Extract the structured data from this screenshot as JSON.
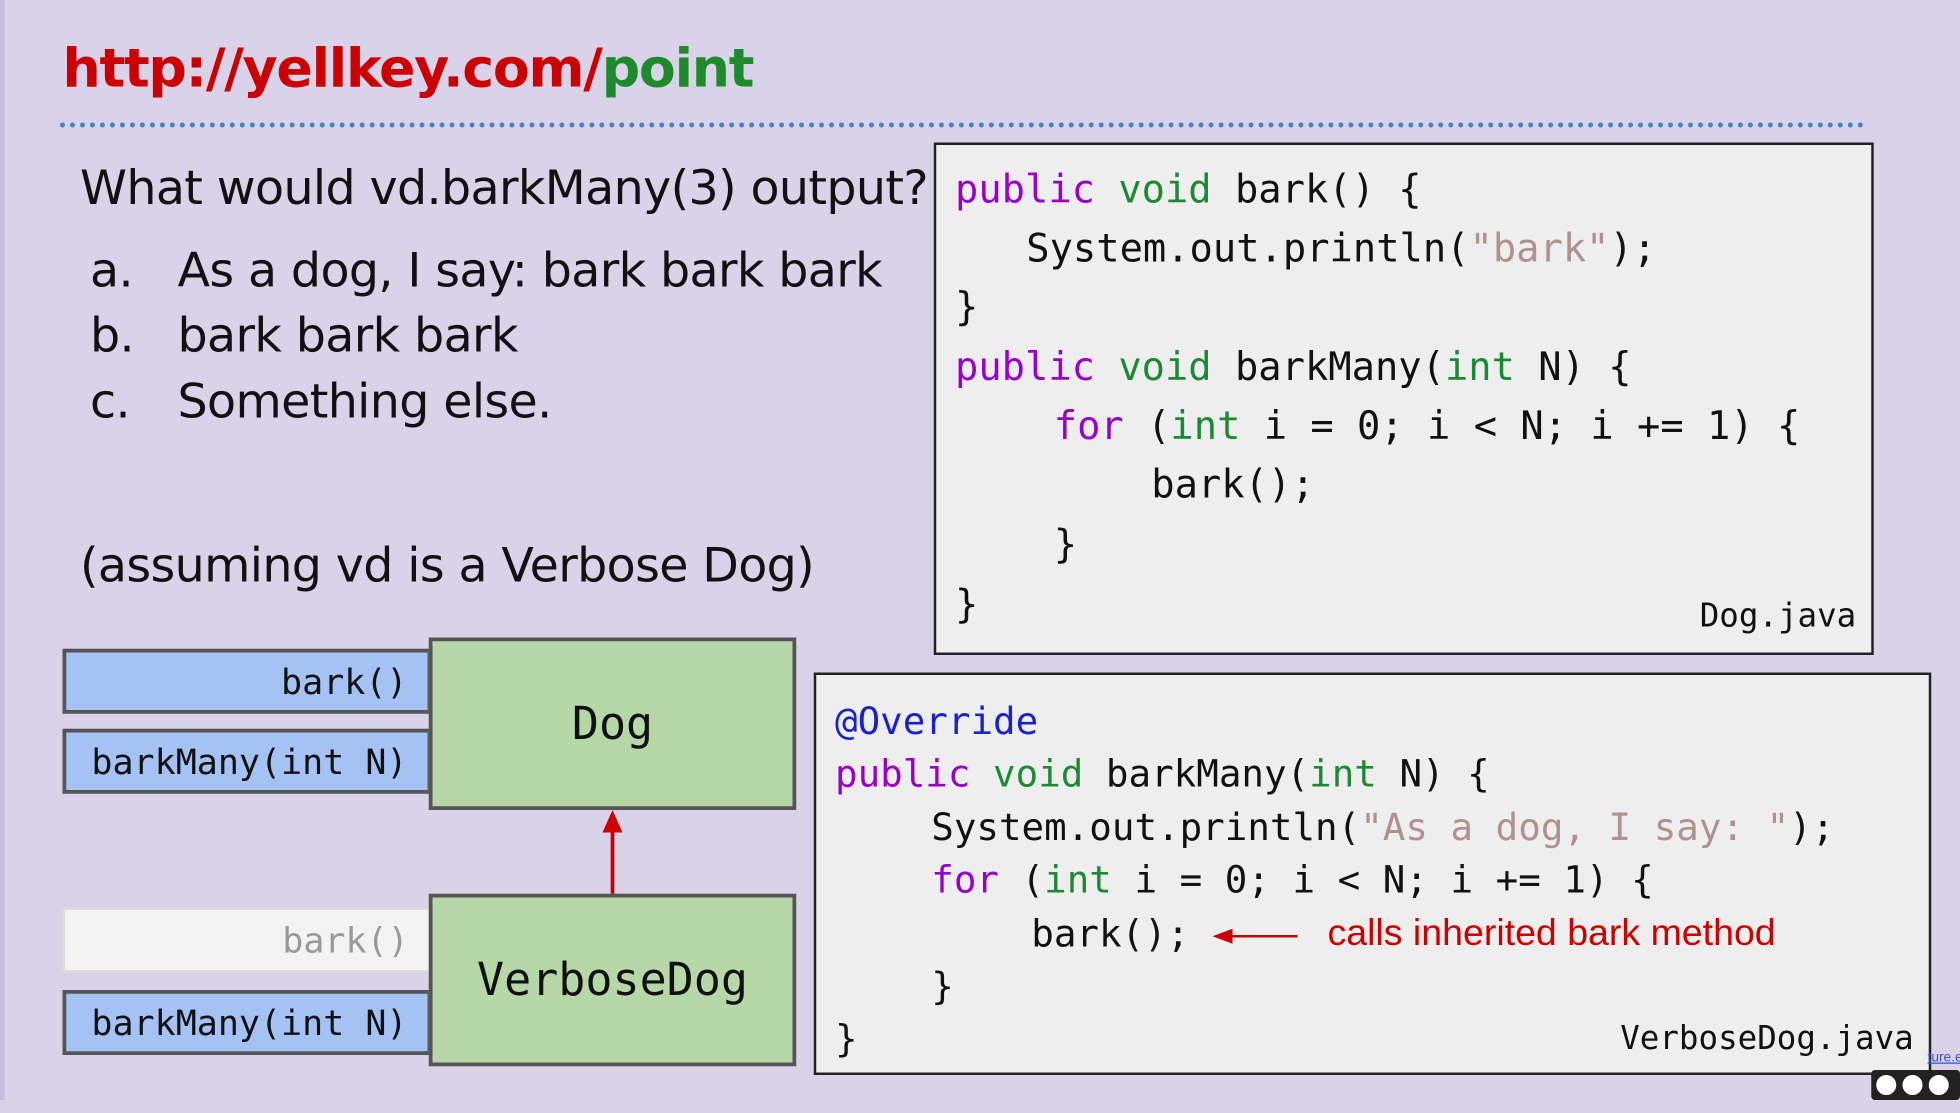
{
  "header": {
    "url_part1": "http://yellkey.com/",
    "url_part2": "point"
  },
  "question": "What would vd.barkMany(3) output?",
  "options": [
    {
      "letter": "a.",
      "text": "As a dog, I say: bark bark bark"
    },
    {
      "letter": "b.",
      "text": "bark bark bark"
    },
    {
      "letter": "c.",
      "text": "Something else."
    }
  ],
  "assumption": "(assuming vd is a Verbose Dog)",
  "dog_code": {
    "filename": "Dog.java",
    "public": "public",
    "void": "void",
    "bark_sig": " bark() {",
    "println_open": "System.out.println(",
    "bark_str": "\"bark\"",
    "println_close": ");",
    "brace": "}",
    "barkmany_name": " barkMany(",
    "int": "int",
    "n_close": " N) {",
    "for": "for",
    "paren_open": " (",
    "loop_rest": " i = 0; i < N; i += 1) {",
    "bark_call": "bark();"
  },
  "verbose_code": {
    "filename": "VerboseDog.java",
    "annotation": "@Override",
    "public": "public",
    "void": "void",
    "barkmany_name": " barkMany(",
    "int": "int",
    "n_close": " N) {",
    "println_open": "System.out.println(",
    "say_str": "\"As a dog, I say: \"",
    "println_close": ");",
    "for": "for",
    "paren_open": " (",
    "loop_rest": " i = 0; i < N; i += 1) {",
    "bark_call": "bark();",
    "brace": "}",
    "note": "calls inherited bark method"
  },
  "diagram": {
    "dog": {
      "name": "Dog",
      "methods": [
        "bark()",
        "barkMany(int N)"
      ]
    },
    "verbose": {
      "name": "VerboseDog",
      "methods": [
        "bark()",
        "barkMany(int N)"
      ]
    }
  },
  "footer": {
    "link_fragment": "ture.e"
  },
  "colors": {
    "title_red": "#cc0000",
    "title_green": "#1f8a2b",
    "keyword": "#9900cc",
    "type": "#1c8a33",
    "string": "#b09090",
    "annotation": "#1a22cc",
    "method_box": "#a4c2f4",
    "class_box": "#b6d7a8",
    "background": "#d9d2e9"
  }
}
